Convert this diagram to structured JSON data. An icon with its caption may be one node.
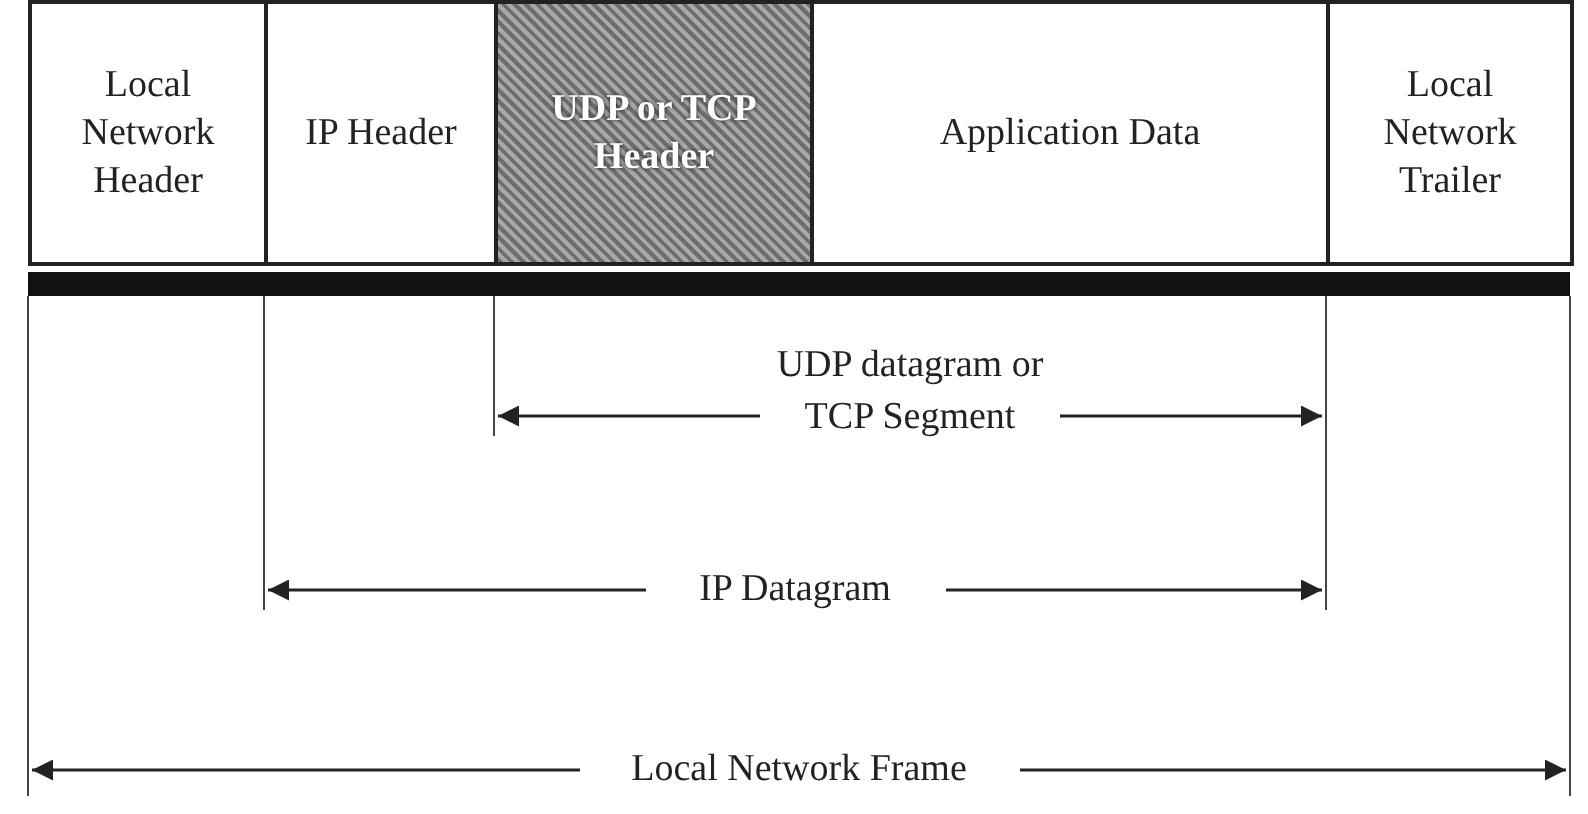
{
  "diagram": {
    "nodes": [
      {
        "text": [
          "Local Network Header"
        ]
      },
      {
        "text": [
          "IP Header"
        ]
      },
      {
        "text": [
          "UDP or TCP Header"
        ]
      },
      {
        "text": [
          "Application Data"
        ]
      },
      {
        "text": [
          "Local Network Trailer"
        ]
      }
    ],
    "labels": [
      "UDP datagram or TCP Segment",
      "IP Datagram",
      "Local Network Frame"
    ]
  }
}
